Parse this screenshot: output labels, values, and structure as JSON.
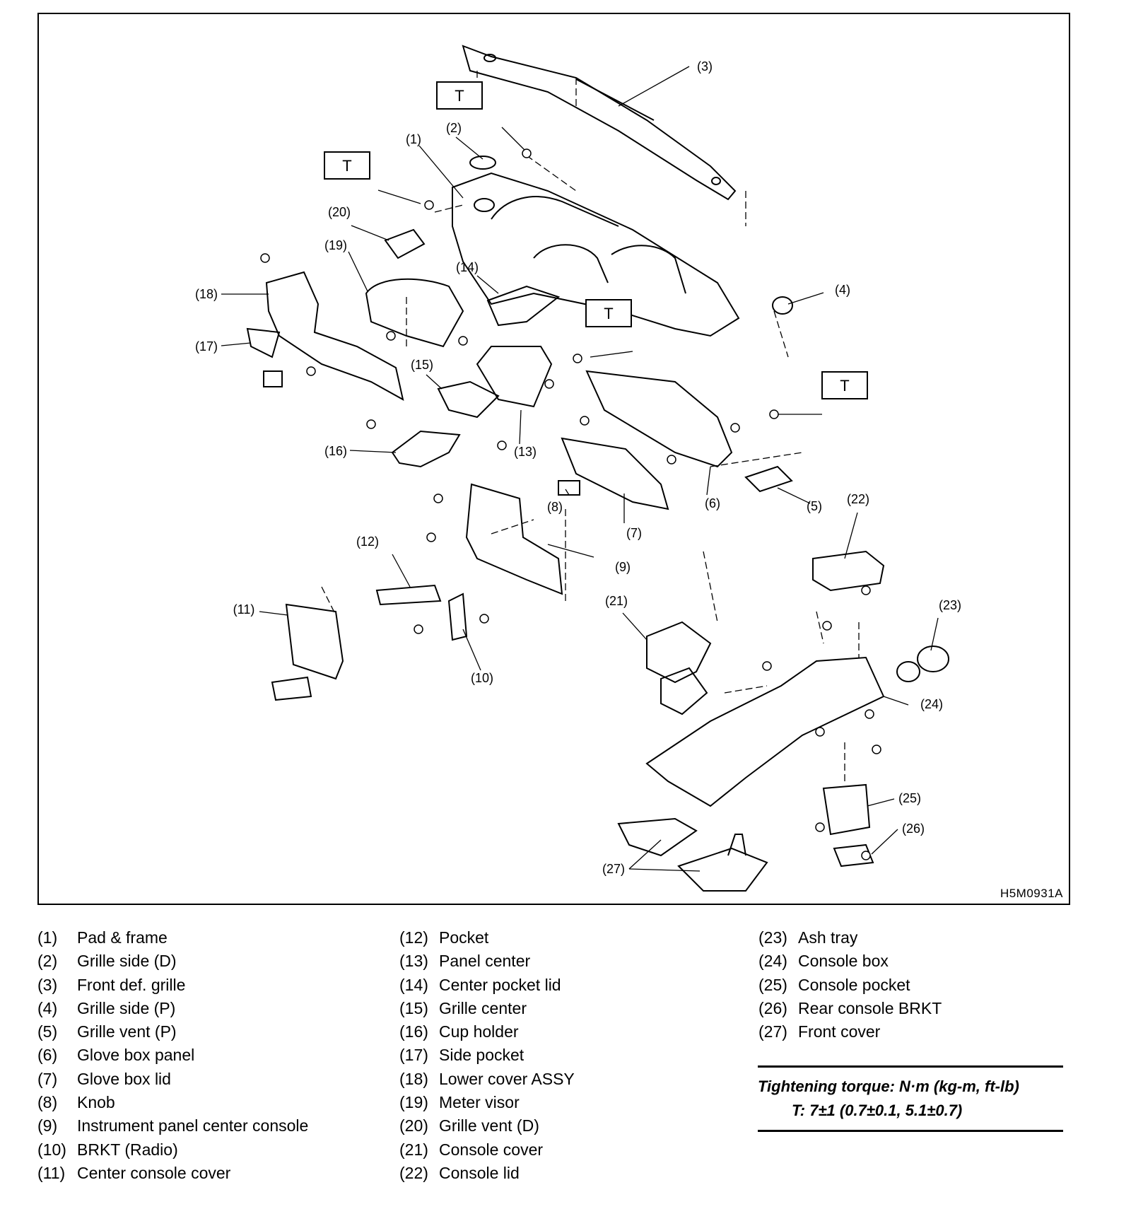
{
  "diagram": {
    "code": "H5M0931A",
    "torque_box_label": "T",
    "callouts": [
      "(1)",
      "(2)",
      "(3)",
      "(4)",
      "(5)",
      "(6)",
      "(7)",
      "(8)",
      "(9)",
      "(10)",
      "(11)",
      "(12)",
      "(13)",
      "(14)",
      "(15)",
      "(16)",
      "(17)",
      "(18)",
      "(19)",
      "(20)",
      "(21)",
      "(22)",
      "(23)",
      "(24)",
      "(25)",
      "(26)",
      "(27)"
    ]
  },
  "legend": {
    "col1": [
      {
        "num": "(1)",
        "label": "Pad & frame"
      },
      {
        "num": "(2)",
        "label": "Grille side (D)"
      },
      {
        "num": "(3)",
        "label": "Front def. grille"
      },
      {
        "num": "(4)",
        "label": "Grille side (P)"
      },
      {
        "num": "(5)",
        "label": "Grille vent (P)"
      },
      {
        "num": "(6)",
        "label": "Glove box panel"
      },
      {
        "num": "(7)",
        "label": "Glove box lid"
      },
      {
        "num": "(8)",
        "label": "Knob"
      },
      {
        "num": "(9)",
        "label": "Instrument panel center console"
      },
      {
        "num": "(10)",
        "label": "BRKT (Radio)"
      },
      {
        "num": "(11)",
        "label": "Center console cover"
      }
    ],
    "col2": [
      {
        "num": "(12)",
        "label": "Pocket"
      },
      {
        "num": "(13)",
        "label": "Panel center"
      },
      {
        "num": "(14)",
        "label": "Center pocket lid"
      },
      {
        "num": "(15)",
        "label": "Grille center"
      },
      {
        "num": "(16)",
        "label": "Cup holder"
      },
      {
        "num": "(17)",
        "label": "Side pocket"
      },
      {
        "num": "(18)",
        "label": "Lower cover ASSY"
      },
      {
        "num": "(19)",
        "label": "Meter visor"
      },
      {
        "num": "(20)",
        "label": "Grille vent (D)"
      },
      {
        "num": "(21)",
        "label": "Console cover"
      },
      {
        "num": "(22)",
        "label": "Console lid"
      }
    ],
    "col3": [
      {
        "num": "(23)",
        "label": "Ash tray"
      },
      {
        "num": "(24)",
        "label": "Console box"
      },
      {
        "num": "(25)",
        "label": "Console pocket"
      },
      {
        "num": "(26)",
        "label": "Rear console BRKT"
      },
      {
        "num": "(27)",
        "label": "Front cover"
      }
    ]
  },
  "torque": {
    "heading": "Tightening torque: N·m (kg-m, ft-lb)",
    "value": "T: 7±1 (0.7±0.1, 5.1±0.7)"
  }
}
